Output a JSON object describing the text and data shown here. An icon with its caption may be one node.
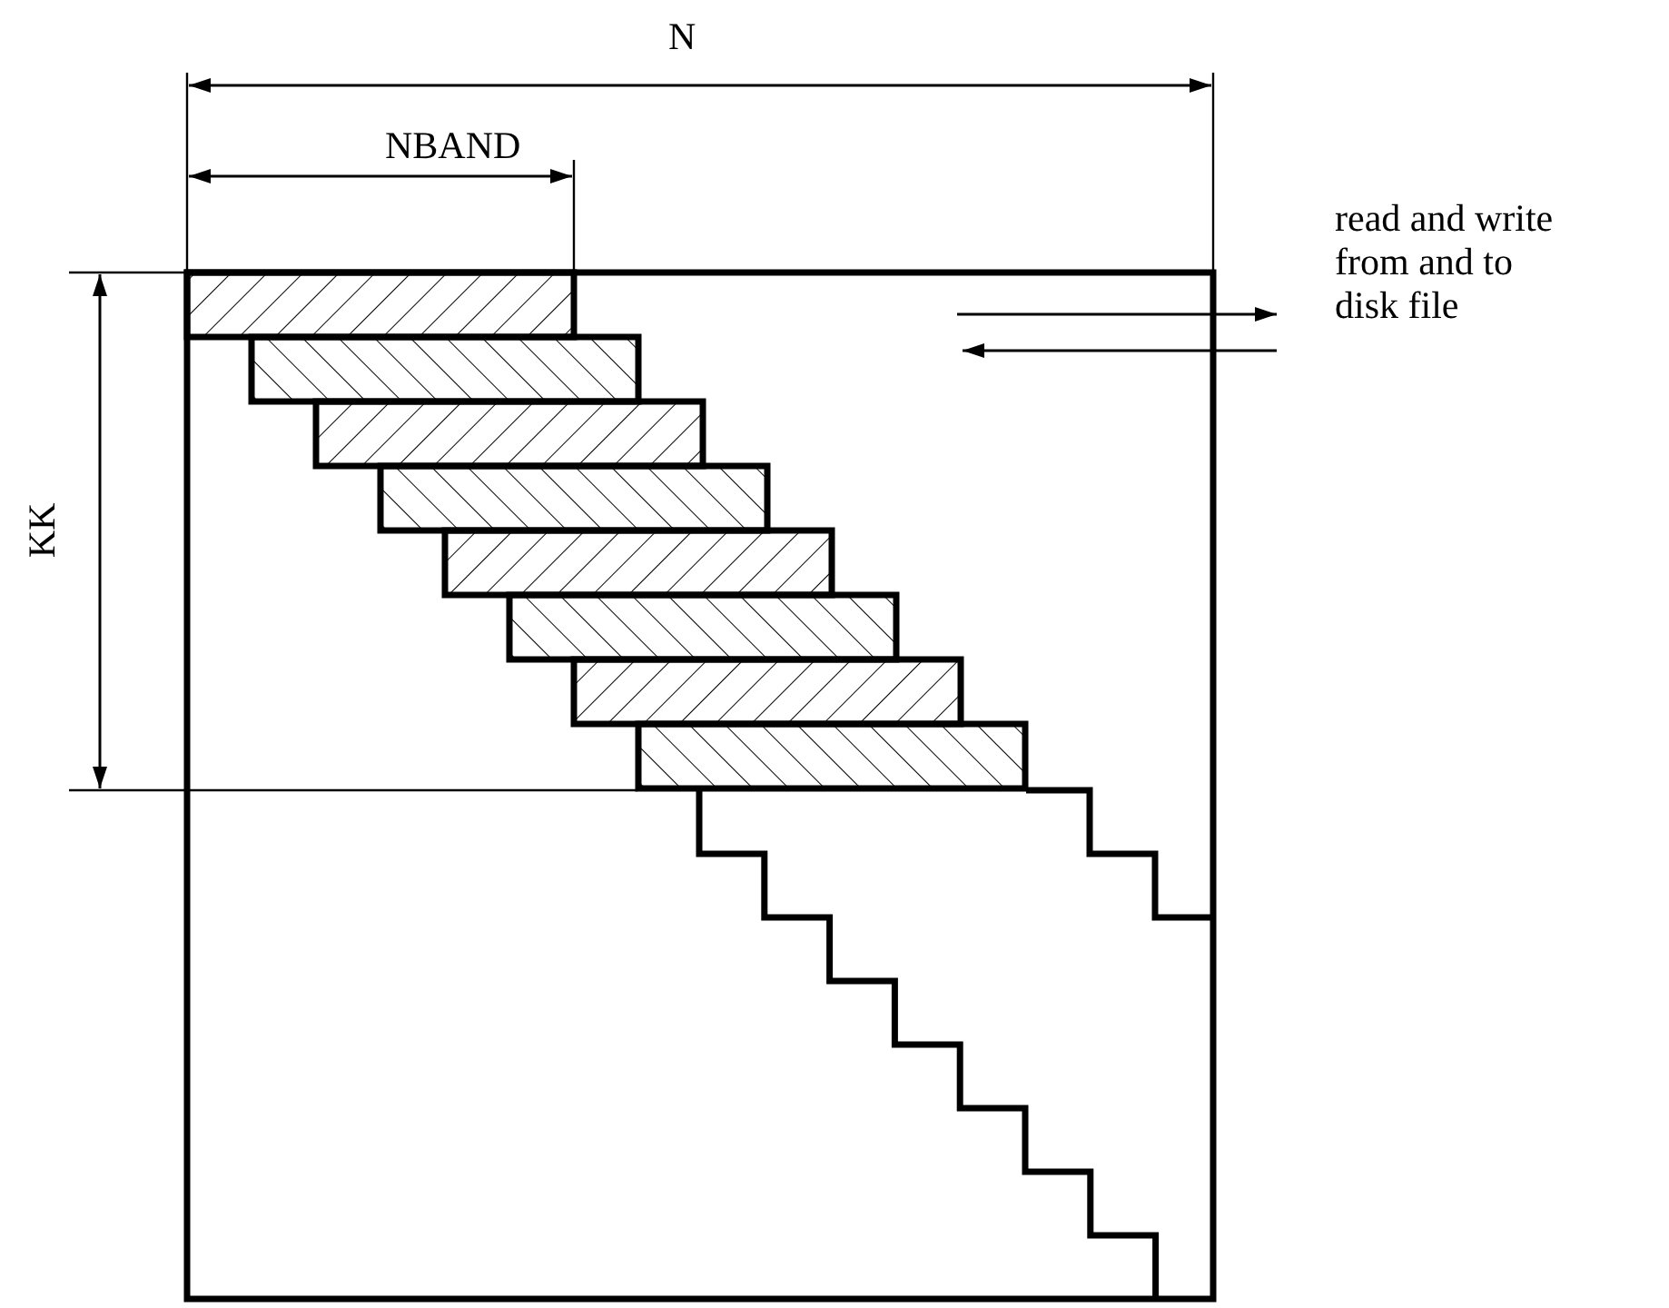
{
  "diagram": {
    "labels": [
      "N",
      "NBAND",
      "KK",
      "read and write from and to disk file"
    ]
  }
}
